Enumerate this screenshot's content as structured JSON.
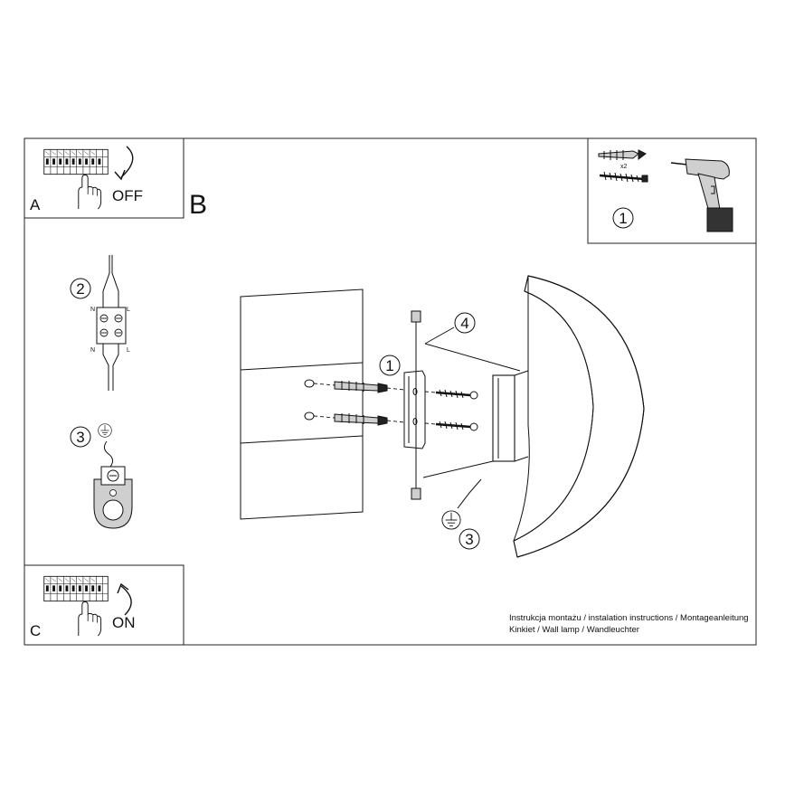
{
  "panels": {
    "a": {
      "letter": "A",
      "action": "OFF"
    },
    "b": {
      "letter": "B"
    },
    "c": {
      "letter": "C",
      "action": "ON"
    }
  },
  "step_markers": {
    "drill_kit": "1",
    "wiring": "2",
    "ground_terminal": "3",
    "dowels": "1",
    "bracket": "4",
    "ground_wire": "3"
  },
  "hardware": {
    "dowel_quantity": "x2"
  },
  "wiring_terminals": {
    "neutral_top": "N",
    "live_top": "L",
    "neutral_bottom": "N",
    "live_bottom": "L"
  },
  "footer": {
    "line1": "Instrukcja montażu / instalation instructions / Montageanleitung",
    "line2": "Kinkiet / Wall lamp / Wandleuchter"
  }
}
